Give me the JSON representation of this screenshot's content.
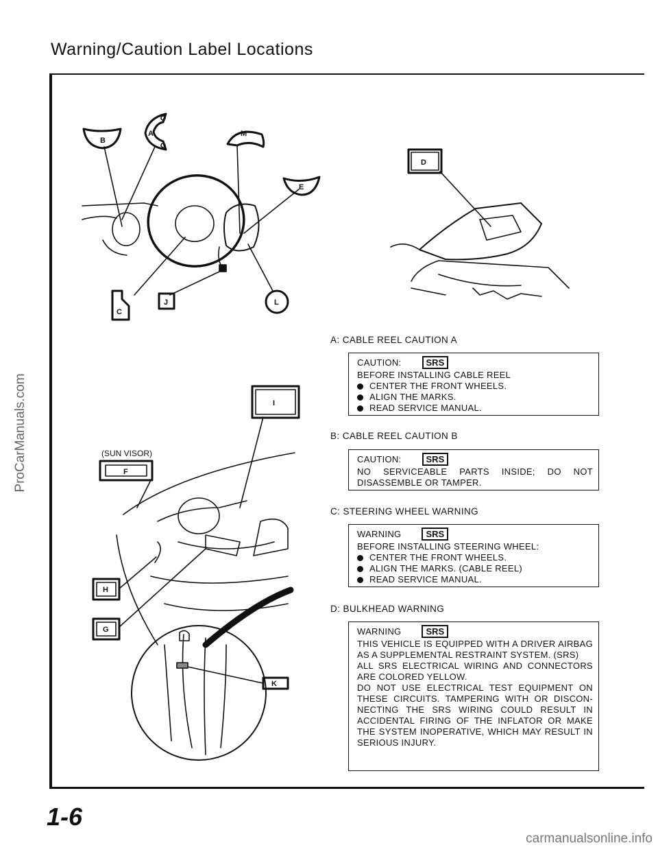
{
  "page": {
    "title": "Warning/Caution Label Locations",
    "page_number": "1-6",
    "watermark_side": "ProCarManuals.com",
    "watermark_bottom": "carmanualsonline.info"
  },
  "diagram": {
    "labels": [
      "A",
      "B",
      "C",
      "D",
      "E",
      "F",
      "G",
      "H",
      "I",
      "J",
      "K",
      "L",
      "M"
    ],
    "sun_visor_note": "(SUN VISOR)"
  },
  "sections": [
    {
      "caption": "A: CABLE REEL CAUTION A",
      "heading": "CAUTION:",
      "badge": "SRS",
      "intro": "BEFORE INSTALLING CABLE REEL",
      "bullets": [
        "CENTER THE FRONT WHEELS.",
        "ALIGN THE MARKS.",
        "READ SERVICE MANUAL."
      ]
    },
    {
      "caption": "B: CABLE REEL CAUTION B",
      "heading": "CAUTION:",
      "badge": "SRS",
      "body": "NO SERVICEABLE PARTS INSIDE; DO NOT DISASSEMBLE OR TAMPER."
    },
    {
      "caption": "C: STEERING WHEEL WARNING",
      "heading": "WARNING",
      "badge": "SRS",
      "intro": "BEFORE INSTALLING STEERING WHEEL:",
      "bullets": [
        "CENTER THE FRONT WHEELS.",
        "ALIGN THE MARKS. (CABLE REEL)",
        "READ SERVICE MANUAL."
      ]
    },
    {
      "caption": "D: BULKHEAD WARNING",
      "heading": "WARNING",
      "badge": "SRS",
      "paragraphs": [
        "THIS VEHICLE IS EQUIPPED WITH A DRIVER AIRBAG AS A SUPPLEMENTAL RESTRAINT SYSTEM. (SRS)",
        "ALL SRS ELECTRICAL WIRING AND CONNECTORS ARE COLORED YELLOW.",
        "DO NOT USE ELECTRICAL TEST EQUIPMENT ON THESE CIRCUITS. TAMPERING WITH OR DISCON-NECTING THE SRS WIRING COULD RESULT IN ACCIDENTAL FIRING OF THE INFLATOR OR MAKE THE SYSTEM INOPERATIVE, WHICH MAY RESULT IN SERIOUS INJURY."
      ]
    }
  ]
}
